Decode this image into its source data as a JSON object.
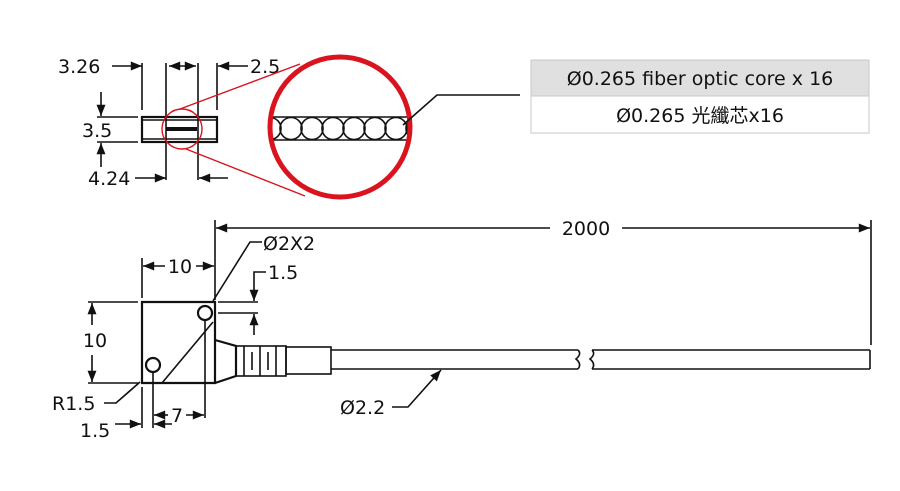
{
  "top_view": {
    "dim_width_outer": "3.26",
    "dim_core": "2.5",
    "dim_height": "3.5",
    "dim_width_lower": "4.24"
  },
  "callout_table": {
    "row_en": "Ø0.265 fiber optic core x 16",
    "row_zh": "Ø0.265 光纖芯x16",
    "header_bg": "#e0e0e0"
  },
  "side_view": {
    "dim_length": "2000",
    "dim_block_width": "10",
    "dim_block_height": "10",
    "dim_hole": "Ø2X2",
    "dim_hole_offset_top": "1.5",
    "dim_radius": "R1.5",
    "dim_hole_offset_left": "1.5",
    "dim_hole_spacing": "7",
    "dim_cable": "Ø2.2"
  },
  "colors": {
    "accent": "#d9141e"
  }
}
